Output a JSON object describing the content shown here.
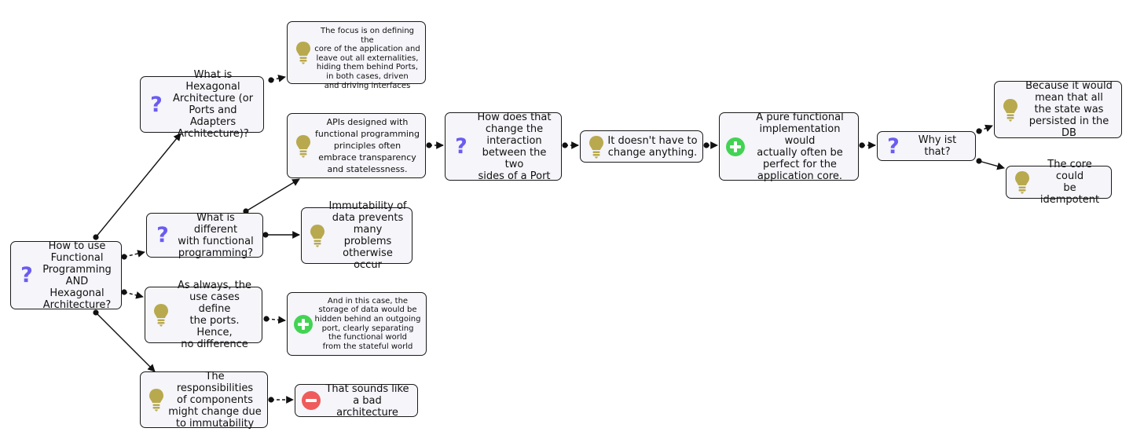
{
  "colors": {
    "question": "#6a5cf0",
    "idea": "#b8a94e",
    "pro": "#43d353",
    "con": "#ef5b5b",
    "node_fill": "#f5f5fa",
    "stroke": "#1a1a1a"
  },
  "nodes": {
    "root": {
      "icon": "question-icon",
      "text": "How to use\nFunctional\nProgramming\nAND Hexagonal\nArchitecture?"
    },
    "q_hex": {
      "icon": "question-icon",
      "text": "What is Hexagonal\nArchitecture (or\nPorts and Adapters\nArchitecture)?"
    },
    "a_focus": {
      "icon": "lightbulb-icon",
      "text": "The focus is on defining the\ncore of the application and\nleave out all externalities,\nhiding them behind Ports,\nin both cases, driven\nand driving interfaces"
    },
    "q_diff": {
      "icon": "question-icon",
      "text": "What is different\nwith functional\nprogramming?"
    },
    "a_apis": {
      "icon": "lightbulb-icon",
      "text": "APIs designed with\nfunctional programming\nprinciples often\nembrace transparency\nand statelessness."
    },
    "q_change": {
      "icon": "question-icon",
      "text": "How does that\nchange the\ninteraction\nbetween the two\nsides of a Port"
    },
    "a_doesnt": {
      "icon": "lightbulb-icon",
      "text": "It doesn't have to\nchange anything."
    },
    "p_pure": {
      "icon": "plus-icon",
      "text": "A pure functional\nimplementation would\nactually often be\nperfect for the\napplication core."
    },
    "q_why": {
      "icon": "question-icon",
      "text": "Why ist that?"
    },
    "a_because": {
      "icon": "lightbulb-icon",
      "text": "Because it would\nmean that all\nthe state was\npersisted in the DB"
    },
    "a_idempotent": {
      "icon": "lightbulb-icon",
      "text": "The core could\nbe idempotent"
    },
    "a_immut": {
      "icon": "lightbulb-icon",
      "text": "Immutability of\ndata prevents\nmany problems\notherwise occur"
    },
    "a_usecases": {
      "icon": "lightbulb-icon",
      "text": "As always, the\nuse cases define\nthe ports. Hence,\nno difference"
    },
    "p_storage": {
      "icon": "plus-icon",
      "text": "And in this case, the\nstorage of data would be\nhidden behind an outgoing\nport, clearly separating\nthe functional world\nfrom the stateful world"
    },
    "a_resp": {
      "icon": "lightbulb-icon",
      "text": "The responsibilities\nof components\nmight change due\nto immutability"
    },
    "c_bad": {
      "icon": "minus-icon",
      "text": "That sounds like\na bad architecture"
    }
  }
}
